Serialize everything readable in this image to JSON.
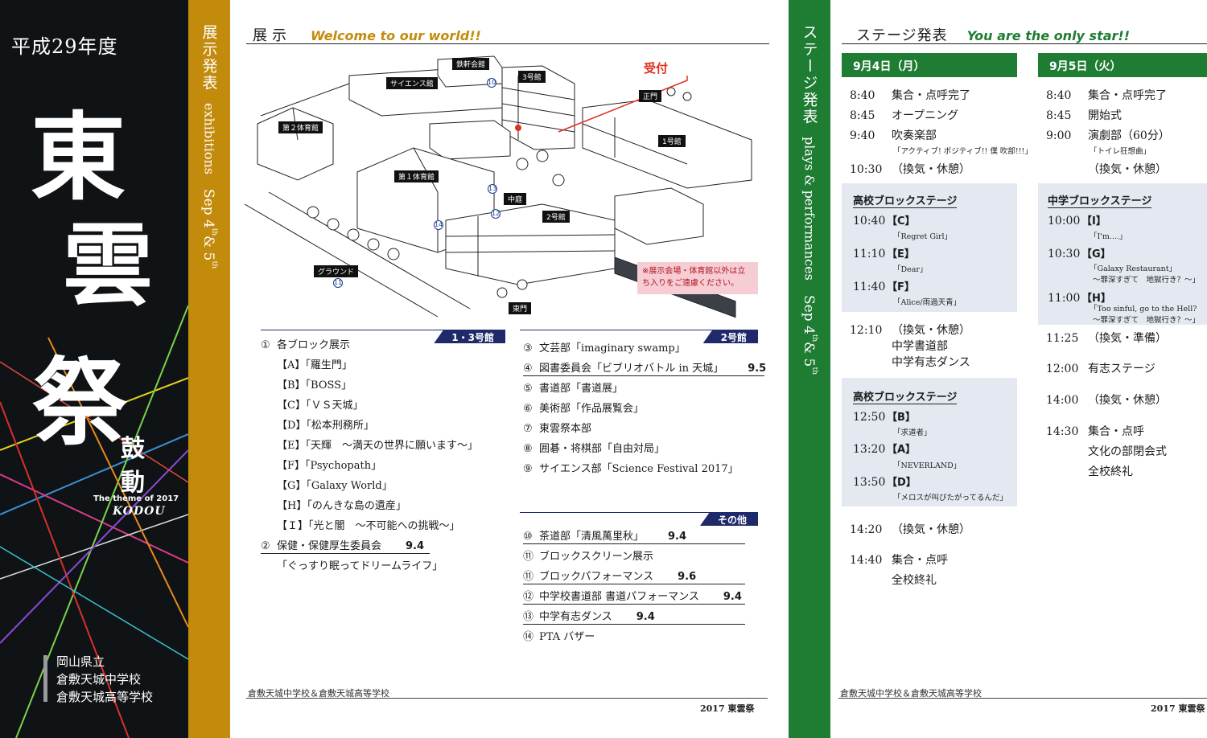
{
  "cover": {
    "year": "平成29年度",
    "title": [
      "東",
      "雲",
      "祭"
    ],
    "theme": [
      "鼓",
      "動"
    ],
    "theme_en": "The theme of 2017",
    "theme_romaji": "KODOU",
    "school": [
      "岡山県立",
      "倉敷天城中学校",
      "倉敷天城高等学校"
    ]
  },
  "band_exh": {
    "jp": "展示発表",
    "en": "exhibitions",
    "date_main": "Sep 4",
    "sup1": "th",
    "amp": " & 5",
    "sup2": "th"
  },
  "band_stage": {
    "jp": "ステージ発表",
    "en": "plays & performances",
    "date_main": "Sep 4",
    "sup1": "th",
    "amp": " & 5",
    "sup2": "th"
  },
  "exhibition": {
    "heading": "展示",
    "tagline": "Welcome to our world!!",
    "map": {
      "reception": "受付",
      "labels": {
        "tekkenkaikan": "鉄軒会館",
        "science": "サイエンス館",
        "bldg3": "3号館",
        "gym2": "第２体育館",
        "gate": "正門",
        "bldg1": "1号館",
        "gym1": "第１体育館",
        "courtyard": "中庭",
        "bldg2": "2号館",
        "ground": "グラウンド",
        "eastgate": "東門"
      },
      "nums": [
        "10",
        "13",
        "12",
        "14",
        "11"
      ],
      "note": "※展示会場・体育館以外は立ち入りをご遠慮ください。"
    },
    "block13": {
      "tab": "1・3号館",
      "items": [
        {
          "num": "①",
          "text": "各ブロック展示"
        },
        {
          "num": "",
          "text": "【A】「羅生門」"
        },
        {
          "num": "",
          "text": "【B】「BOSS」"
        },
        {
          "num": "",
          "text": "【C】「ＶＳ天城」"
        },
        {
          "num": "",
          "text": "【D】「松本刑務所」"
        },
        {
          "num": "",
          "text": "【E】「天輝　〜満天の世界に願います〜」"
        },
        {
          "num": "",
          "text": "【F】「Psychopath」"
        },
        {
          "num": "",
          "text": "【G】「Galaxy World」"
        },
        {
          "num": "",
          "text": "【H】「のんきな島の遺産」"
        },
        {
          "num": "",
          "text": "【Ｉ】「光と闇　〜不可能への挑戦〜」"
        },
        {
          "num": "②",
          "text": "保健・保健厚生委員会",
          "score": "9.4"
        },
        {
          "num": "",
          "text": "「ぐっすり眠ってドリームライフ」"
        }
      ]
    },
    "block2": {
      "tab": "2号館",
      "items": [
        {
          "num": "③",
          "text": "文芸部「imaginary swamp」"
        },
        {
          "num": "④",
          "text": "図書委員会「ビブリオバトル in 天城」",
          "score": "9.5"
        },
        {
          "num": "⑤",
          "text": "書道部「書道展」"
        },
        {
          "num": "⑥",
          "text": "美術部「作品展覧会」"
        },
        {
          "num": "⑦",
          "text": "東雲祭本部"
        },
        {
          "num": "⑧",
          "text": "囲碁・将棋部「自由対局」"
        },
        {
          "num": "⑨",
          "text": "サイエンス部「Science Festival 2017」"
        }
      ]
    },
    "other": {
      "tab": "その他",
      "items": [
        {
          "num": "⑩",
          "text": "茶道部「清風萬里秋」",
          "score": "9.4"
        },
        {
          "num": "⑪",
          "text": "ブロックスクリーン展示"
        },
        {
          "num": "⑪",
          "text": "ブロックパフォーマンス",
          "score": "9.6"
        },
        {
          "num": "⑫",
          "text": "中学校書道部 書道パフォーマンス",
          "score": "9.4"
        },
        {
          "num": "⑬",
          "text": "中学有志ダンス",
          "score": "9.4"
        },
        {
          "num": "⑭",
          "text": "PTA バザー"
        }
      ]
    },
    "footer_school": "倉敷天城中学校＆倉敷天城高等学校",
    "footer_year": "2017 東雲祭"
  },
  "stage": {
    "heading": "ステージ発表",
    "tagline": "You are the only star!!",
    "day1": {
      "label": "9月4日（月）",
      "rows": [
        {
          "t": "8:40",
          "d": "集合・点呼完了"
        },
        {
          "t": "8:45",
          "d": "オープニング"
        },
        {
          "t": "9:40",
          "d": "吹奏楽部"
        },
        {
          "t": "10:30",
          "d": "（換気・休憩）"
        },
        {
          "t": "12:10",
          "d": "（換気・休憩）"
        },
        {
          "t": "",
          "d": "中学書道部"
        },
        {
          "t": "",
          "d": "中学有志ダンス"
        },
        {
          "t": "14:20",
          "d": "（換気・休憩）"
        },
        {
          "t": "14:40",
          "d": "集合・点呼"
        },
        {
          "t": "",
          "d": "全校終礼"
        }
      ],
      "sub_suisou": "「アクティブ! ポジティブ!! 僕 吹部!!!」",
      "box1": {
        "title": "高校ブロックステージ",
        "items": [
          {
            "t": "10:40",
            "b": "【C】",
            "s": "「Regret Girl」"
          },
          {
            "t": "11:10",
            "b": "【E】",
            "s": "「Dear」"
          },
          {
            "t": "11:40",
            "b": "【F】",
            "s": "「Alice/雨過天青」"
          }
        ]
      },
      "box2": {
        "title": "高校ブロックステージ",
        "items": [
          {
            "t": "12:50",
            "b": "【B】",
            "s": "「求道者」"
          },
          {
            "t": "13:20",
            "b": "【A】",
            "s": "「NEVERLAND」"
          },
          {
            "t": "13:50",
            "b": "【D】",
            "s": "「メロスが叫びたがってるんだ」"
          }
        ]
      }
    },
    "day2": {
      "label": "9月5日（火）",
      "rows": [
        {
          "t": "8:40",
          "d": "集合・点呼完了"
        },
        {
          "t": "8:45",
          "d": "開始式"
        },
        {
          "t": "9:00",
          "d": "演劇部（60分）"
        },
        {
          "t": "",
          "d": "（換気・休憩）"
        },
        {
          "t": "11:25",
          "d": "（換気・準備）"
        },
        {
          "t": "12:00",
          "d": "有志ステージ"
        },
        {
          "t": "14:00",
          "d": "（換気・休憩）"
        },
        {
          "t": "14:30",
          "d": "集合・点呼"
        },
        {
          "t": "",
          "d": "文化の部閉会式"
        },
        {
          "t": "",
          "d": "全校終礼"
        }
      ],
      "sub_engeki": "「トイレ狂想曲」",
      "box": {
        "title": "中学ブロックステージ",
        "items": [
          {
            "t": "10:00",
            "b": "【I】",
            "s": "「I'm....」"
          },
          {
            "t": "10:30",
            "b": "【G】",
            "s": "「Galaxy Restaurant」"
          },
          {
            "t": "11:00",
            "b": "【H】",
            "s": "「Too sinful, go to the Hell?"
          }
        ],
        "sub_g2": "〜罪深すぎて　地獄行き？〜」",
        "sub_h2": "〜罪深すぎて　地獄行き？〜」"
      }
    },
    "footer_school": "倉敷天城中学校＆倉敷天城高等学校",
    "footer_year": "2017 東雲祭"
  },
  "colors": {
    "gold": "#c38b0c",
    "green": "#1e7c33",
    "navy": "#1f2a6a",
    "cover_bg": "#101316"
  }
}
